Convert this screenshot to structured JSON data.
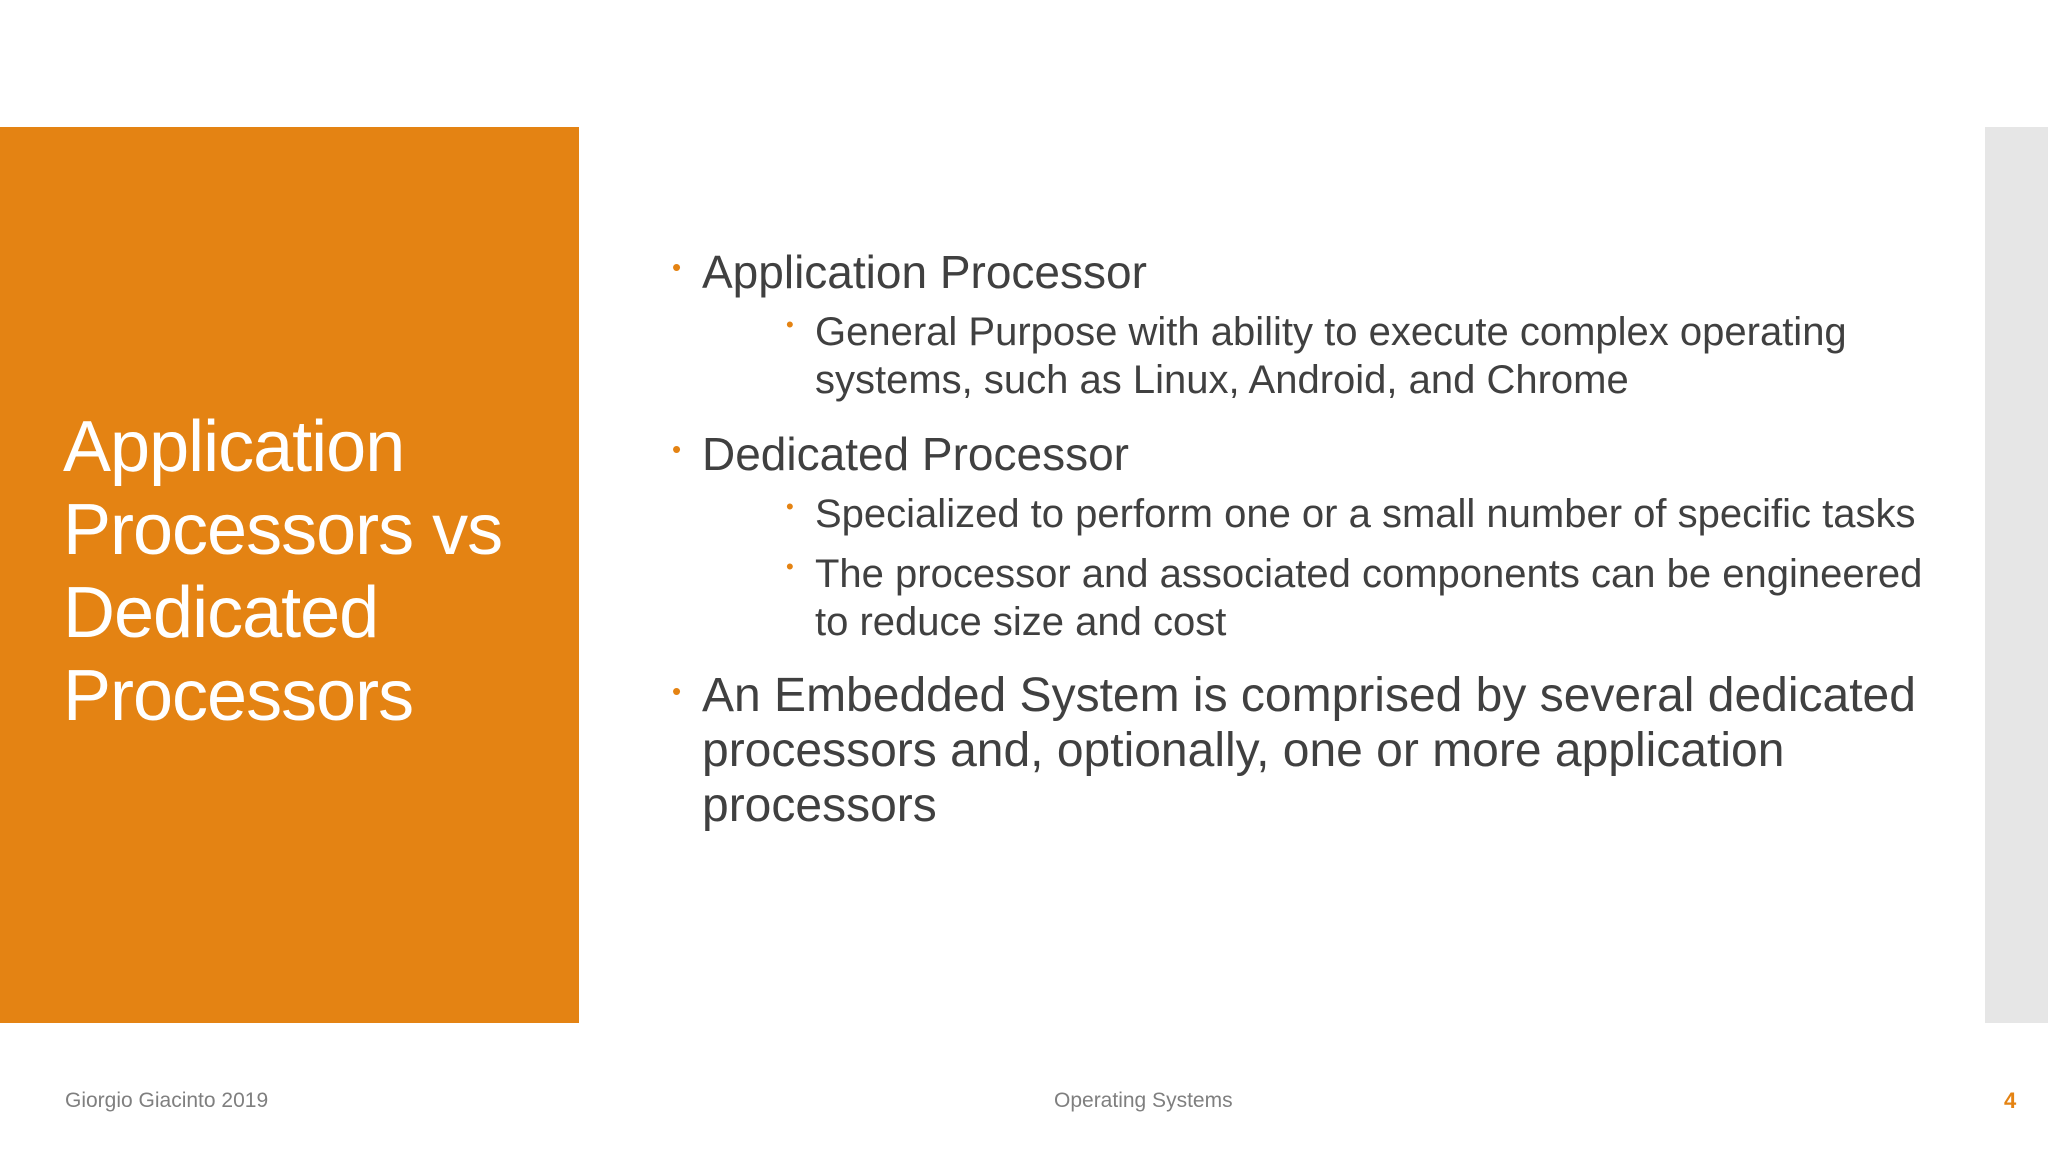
{
  "slide": {
    "title": "Application Processors vs Dedicated Processors",
    "bullets": [
      {
        "text": "Application Processor",
        "sub": [
          "General Purpose with ability to execute complex operating systems, such as Linux, Android, and Chrome"
        ]
      },
      {
        "text": "Dedicated Processor",
        "sub": [
          "Specialized to perform one or a small number of specific tasks",
          "The processor and associated components can be engineered to reduce size and cost"
        ]
      },
      {
        "text": "An Embedded System is comprised by several dedicated processors and, optionally, one or more application processors",
        "sub": []
      }
    ],
    "bullet_glyph": "•"
  },
  "footer": {
    "author": "Giorgio Giacinto 2019",
    "course": "Operating Systems",
    "page_number": "4"
  },
  "colors": {
    "accent": "#e48313",
    "side_strip": "#e6e6e6",
    "body_text": "#404040",
    "footer_text": "#7f7f7f"
  }
}
